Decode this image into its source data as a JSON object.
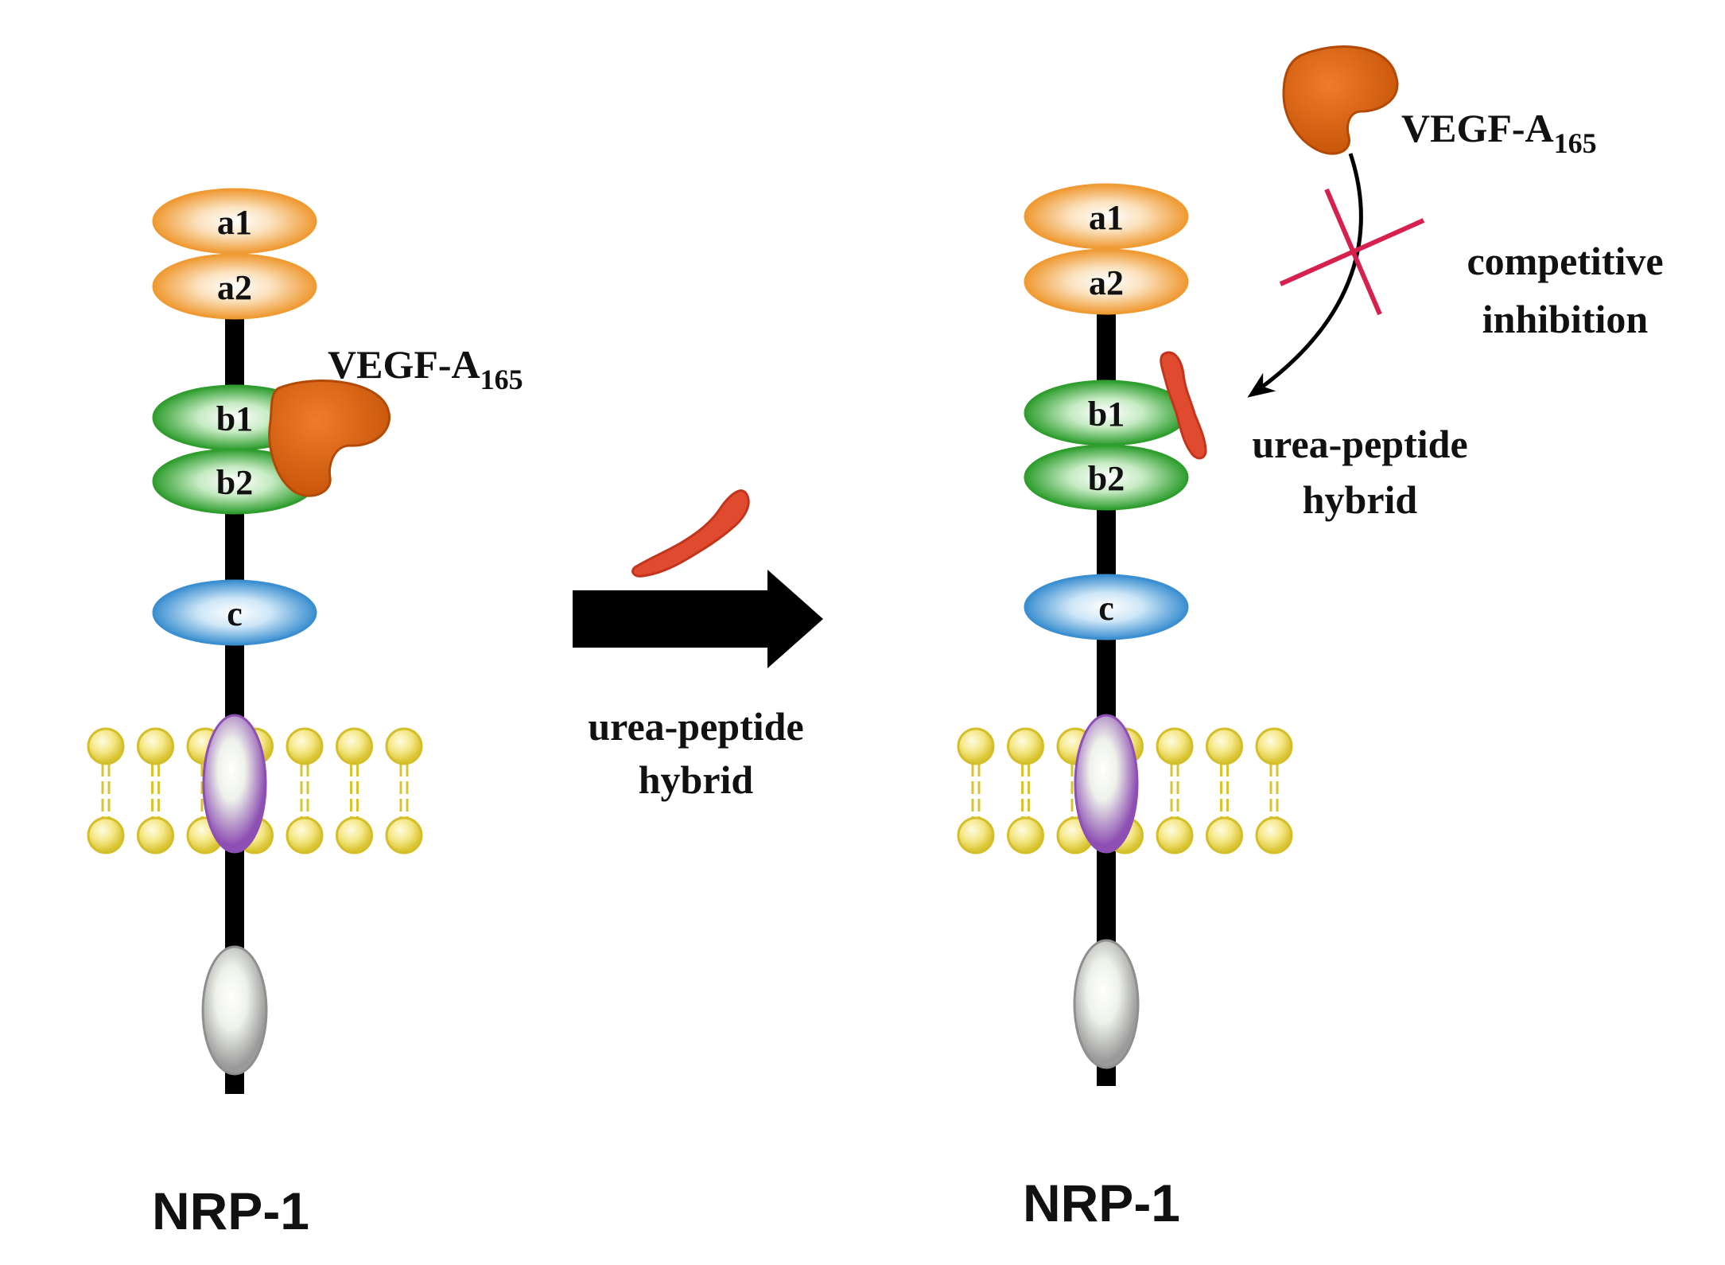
{
  "colors": {
    "domain_a": "#ef9a33",
    "domain_b": "#2f9e2f",
    "domain_c": "#3b8fd0",
    "vegf": "#d9620f",
    "peptide": "#e04a2e",
    "membrane": "#e4d03a",
    "transmembrane": "#8d4fb3",
    "intracellular": "#a8a8a8",
    "stem": "#000000",
    "inhibition_cross": "#d6204e"
  },
  "left_panel": {
    "domains": {
      "a1": "a1",
      "a2": "a2",
      "b1": "b1",
      "b2": "b2",
      "c": "c"
    },
    "ligand_main": "VEGF-A",
    "ligand_sub": "165",
    "receptor_label": "NRP-1"
  },
  "arrow": {
    "label_line1": "urea-peptide",
    "label_line2": "hybrid"
  },
  "right_panel": {
    "domains": {
      "a1": "a1",
      "a2": "a2",
      "b1": "b1",
      "b2": "b2",
      "c": "c"
    },
    "ligand_main": "VEGF-A",
    "ligand_sub": "165",
    "inhibition_line1": "competitive",
    "inhibition_line2": "inhibition",
    "peptide_line1": "urea-peptide",
    "peptide_line2": "hybrid",
    "receptor_label": "NRP-1"
  }
}
